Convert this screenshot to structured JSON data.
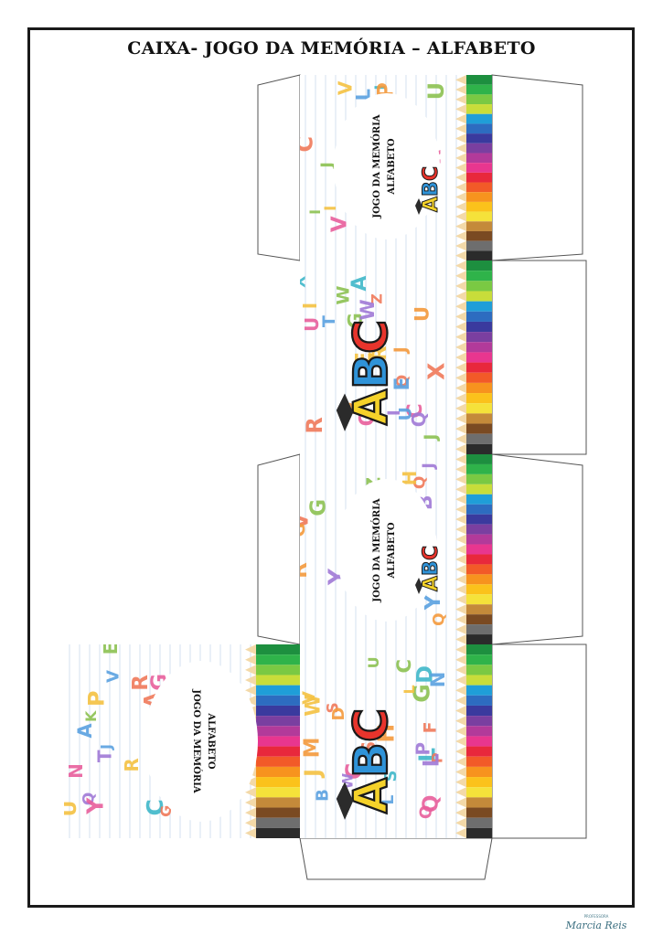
{
  "title": "CAIXA- JOGO DA MEMÓRIA – ALFABETO",
  "panel_line1": "JOGO DA MEMÓRIA",
  "panel_line2": "ALFABETO",
  "abc_text": "ABC",
  "logo": {
    "small": "PROFESSORA",
    "name": "Marcia Reis"
  },
  "colors": {
    "border": "#1a1a1a",
    "letters": [
      "#f07a5a",
      "#f5c242",
      "#3fb7c9",
      "#e85f9c",
      "#5aa1e0",
      "#8cc152",
      "#f49a3c",
      "#a07ad6"
    ],
    "pencils": [
      "#1d8f3f",
      "#2fb34a",
      "#7ac943",
      "#c8dd3a",
      "#1f9ed8",
      "#2d6cc0",
      "#3a3a9e",
      "#7a3fa0",
      "#b23a9a",
      "#e8368f",
      "#e8283c",
      "#f25a28",
      "#f7931e",
      "#fbc21b",
      "#f5e23a",
      "#c48a3a",
      "#7a4a22",
      "#6e6e6e",
      "#2b2b2b"
    ]
  }
}
